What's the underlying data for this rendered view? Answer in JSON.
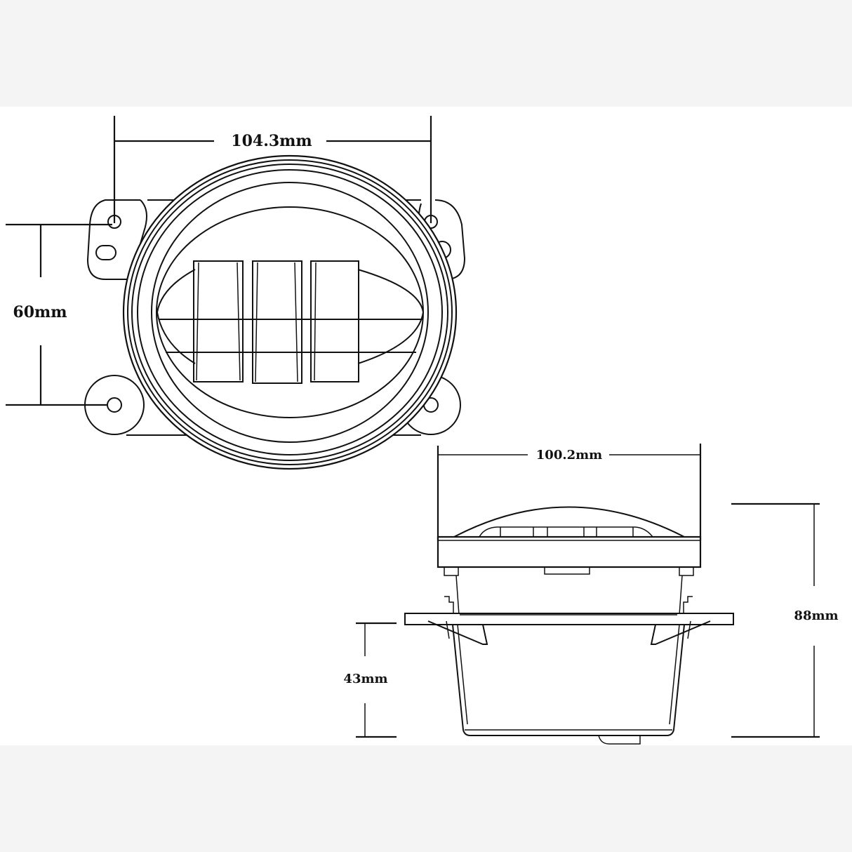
{
  "front_view": {
    "width_label": "104.3mm",
    "height_label": "60mm"
  },
  "side_view": {
    "width_label": "100.2mm",
    "depth_label": "88mm",
    "mount_depth_label": "43mm"
  },
  "colors": {
    "line": "#111111",
    "background": "#ffffff",
    "band": "#f4f4f4"
  }
}
